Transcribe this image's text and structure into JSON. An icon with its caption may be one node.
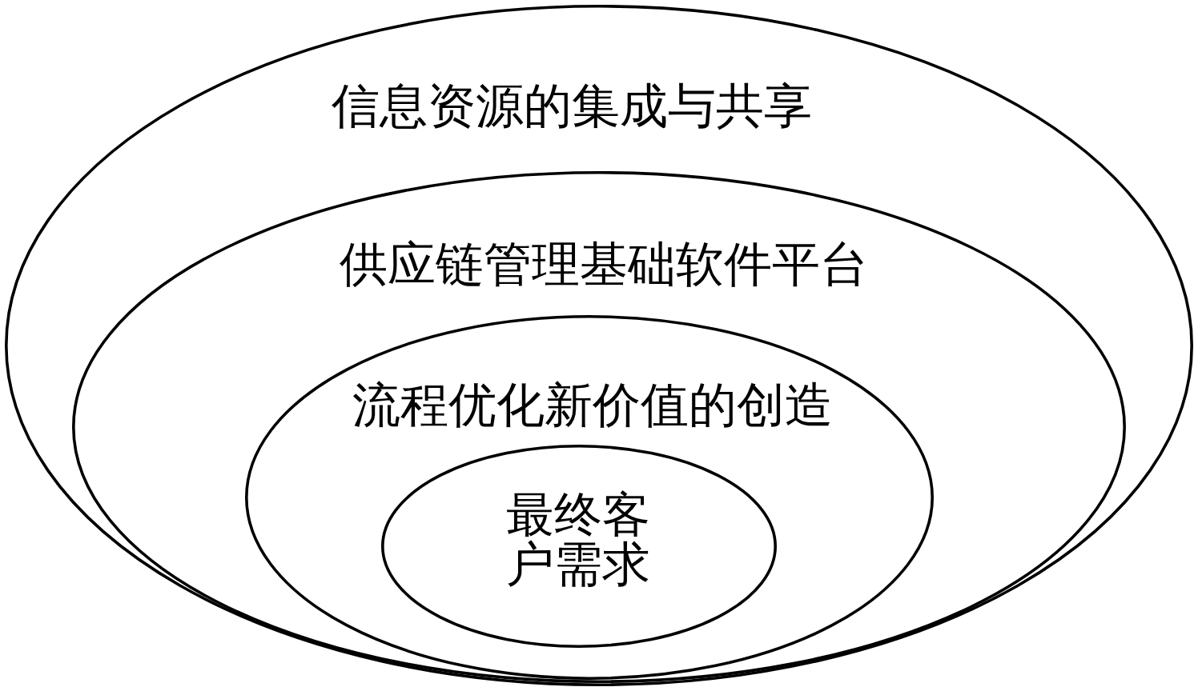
{
  "diagram": {
    "nodes": [
      {
        "text": [
          "信息资源的集成与共享"
        ]
      },
      {
        "text": [
          "供应链管理基础软件平台"
        ],
        "in": 0
      },
      {
        "text": [
          "流程优化新价值的创造"
        ],
        "in": 1
      },
      {
        "text": [
          "最终客户需求"
        ],
        "in": 2
      }
    ]
  }
}
